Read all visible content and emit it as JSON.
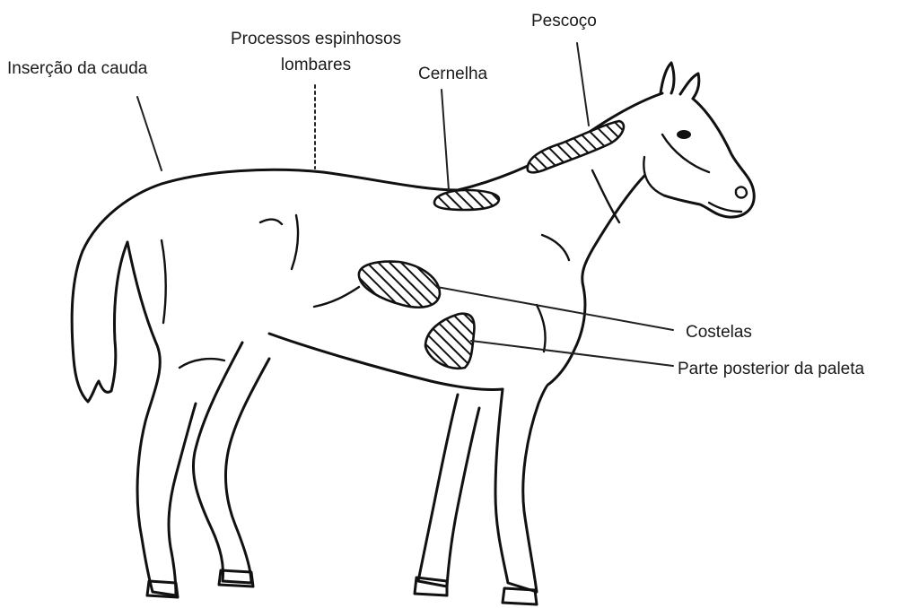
{
  "labels": {
    "tail_insertion": "Inserção da cauda",
    "lumbar_line1": "Processos espinhosos",
    "lumbar_line2": "lombares",
    "withers": "Cernelha",
    "neck": "Pescoço",
    "ribs": "Costelas",
    "behind_shoulder": "Parte posterior da paleta"
  }
}
